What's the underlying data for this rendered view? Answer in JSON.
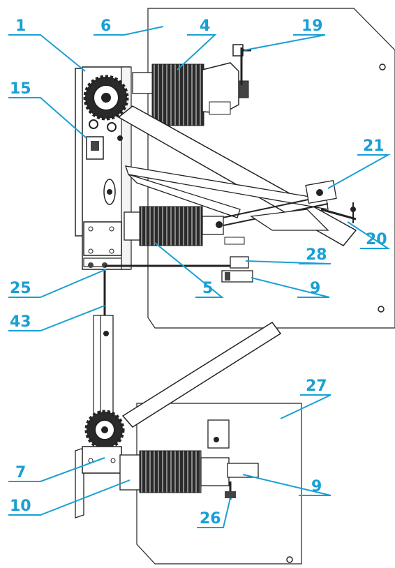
{
  "accent_color": "#1a9fd4",
  "callouts": [
    {
      "id": "c1",
      "text": "1"
    },
    {
      "id": "c6",
      "text": "6"
    },
    {
      "id": "c4",
      "text": "4"
    },
    {
      "id": "c19",
      "text": "19"
    },
    {
      "id": "c15",
      "text": "15"
    },
    {
      "id": "c21",
      "text": "21"
    },
    {
      "id": "c20",
      "text": "20"
    },
    {
      "id": "c28",
      "text": "28"
    },
    {
      "id": "c25",
      "text": "25"
    },
    {
      "id": "c5",
      "text": "5"
    },
    {
      "id": "c9a",
      "text": "9"
    },
    {
      "id": "c43",
      "text": "43"
    },
    {
      "id": "c27",
      "text": "27"
    },
    {
      "id": "c7",
      "text": "7"
    },
    {
      "id": "c9b",
      "text": "9"
    },
    {
      "id": "c10",
      "text": "10"
    },
    {
      "id": "c26",
      "text": "26"
    }
  ]
}
